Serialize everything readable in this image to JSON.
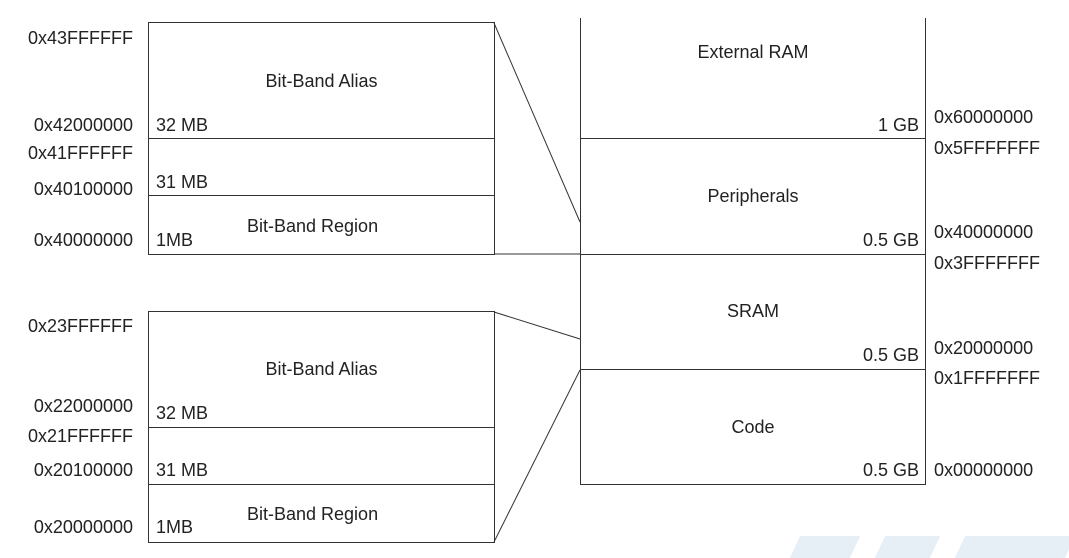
{
  "top_group": {
    "addresses": [
      "0x43FFFFFF",
      "0x42000000",
      "0x41FFFFFF",
      "0x40100000",
      "0x40000000"
    ],
    "alias_label": "Bit-Band Alias",
    "alias_size": "32 MB",
    "gap_size": "31 MB",
    "region_label": "Bit-Band Region",
    "region_size": "1MB"
  },
  "bottom_group": {
    "addresses": [
      "0x23FFFFFF",
      "0x22000000",
      "0x21FFFFFF",
      "0x20100000",
      "0x20000000"
    ],
    "alias_label": "Bit-Band Alias",
    "alias_size": "32 MB",
    "gap_size": "31 MB",
    "region_label": "Bit-Band Region",
    "region_size": "1MB"
  },
  "memory_map": {
    "regions": [
      {
        "label": "External RAM",
        "size": "1 GB"
      },
      {
        "label": "Peripherals",
        "size": "0.5 GB"
      },
      {
        "label": "SRAM",
        "size": "0.5 GB"
      },
      {
        "label": "Code",
        "size": "0.5 GB"
      }
    ],
    "addresses": [
      "0x60000000",
      "0x5FFFFFFF",
      "0x40000000",
      "0x3FFFFFFF",
      "0x20000000",
      "0x1FFFFFFF",
      "0x00000000"
    ]
  },
  "colors": {
    "line": "#333333",
    "text": "#222222",
    "watermark": "#e6eef6"
  }
}
